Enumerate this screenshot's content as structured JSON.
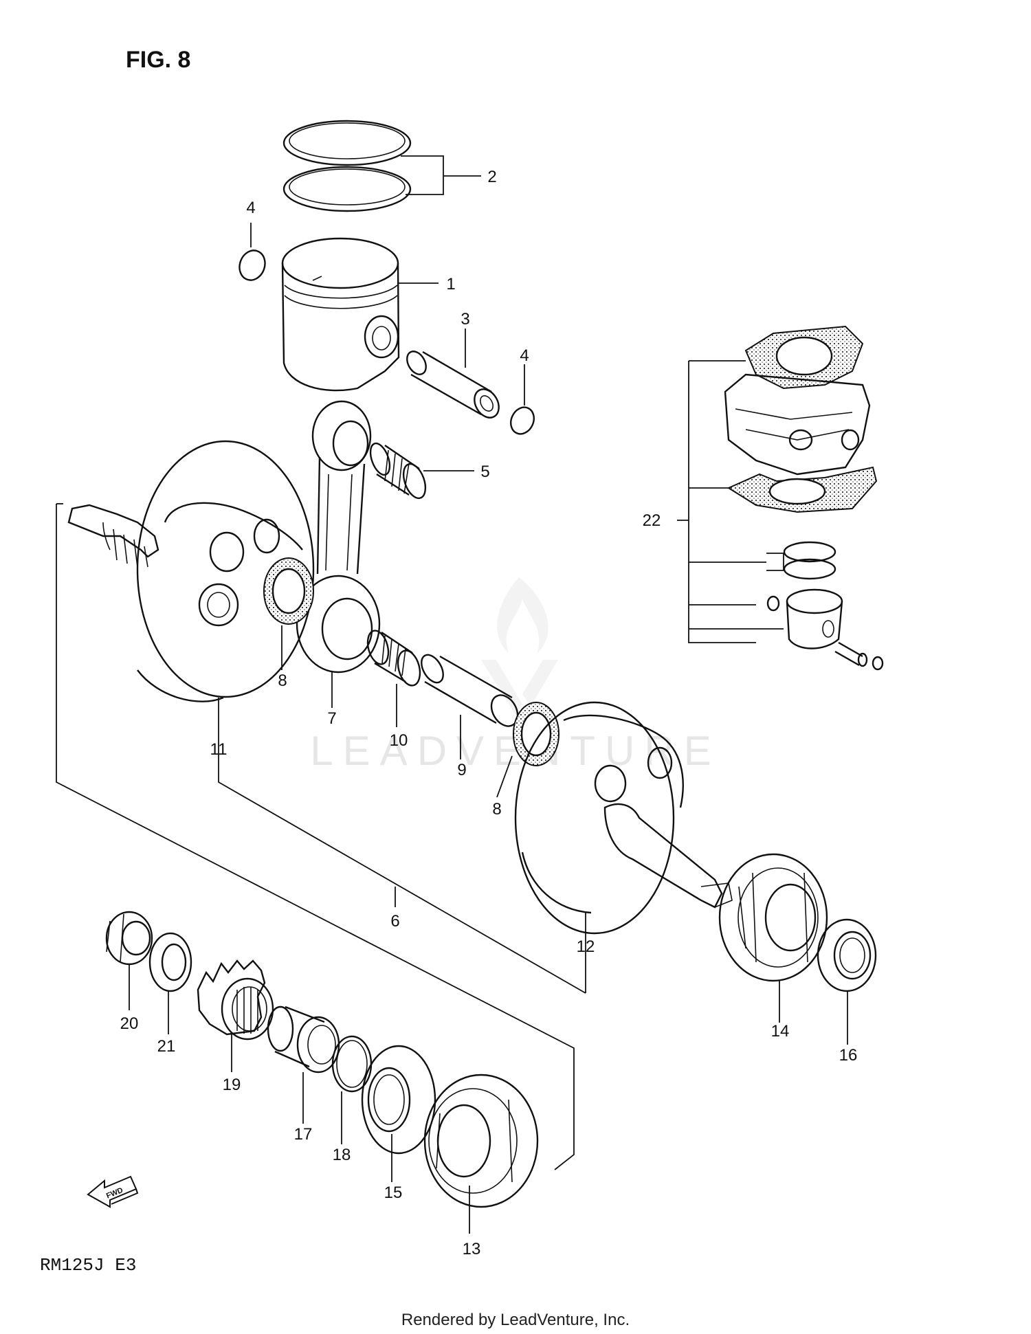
{
  "figure": {
    "title": "FIG. 8",
    "model_code": "RM125J  E3"
  },
  "footer": {
    "rendered_by": "Rendered by LeadVenture, Inc."
  },
  "watermark": {
    "text": "LEADVENTURE"
  },
  "callouts": [
    {
      "id": "1",
      "label": "1"
    },
    {
      "id": "2",
      "label": "2"
    },
    {
      "id": "3",
      "label": "3"
    },
    {
      "id": "4a",
      "label": "4"
    },
    {
      "id": "4b",
      "label": "4"
    },
    {
      "id": "5",
      "label": "5"
    },
    {
      "id": "6",
      "label": "6"
    },
    {
      "id": "7",
      "label": "7"
    },
    {
      "id": "8a",
      "label": "8"
    },
    {
      "id": "8b",
      "label": "8"
    },
    {
      "id": "9",
      "label": "9"
    },
    {
      "id": "10",
      "label": "10"
    },
    {
      "id": "11",
      "label": "11"
    },
    {
      "id": "12",
      "label": "12"
    },
    {
      "id": "13",
      "label": "13"
    },
    {
      "id": "14",
      "label": "14"
    },
    {
      "id": "15",
      "label": "15"
    },
    {
      "id": "16",
      "label": "16"
    },
    {
      "id": "17",
      "label": "17"
    },
    {
      "id": "18",
      "label": "18"
    },
    {
      "id": "19",
      "label": "19"
    },
    {
      "id": "20",
      "label": "20"
    },
    {
      "id": "21",
      "label": "21"
    },
    {
      "id": "22",
      "label": "22"
    }
  ],
  "fwd_arrow": {
    "label": "FWD"
  },
  "icons": [
    "fwd-arrow-icon",
    "leadventure-flame-logo"
  ]
}
